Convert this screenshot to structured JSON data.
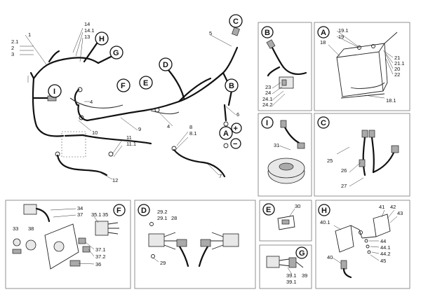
{
  "main_view": {
    "callouts": [
      "1",
      "2.1",
      "2",
      "3",
      "14",
      "14.1",
      "13",
      "5",
      "4",
      "4",
      "10",
      "9",
      "8",
      "8.1",
      "6",
      "11",
      "11.1",
      "12",
      "7"
    ],
    "tags": [
      "C",
      "H",
      "G",
      "D",
      "F",
      "E",
      "B",
      "I",
      "A"
    ],
    "polarity": {
      "plus": "+",
      "minus": "−"
    }
  },
  "panels": {
    "B": {
      "title": "B",
      "callouts": [
        "23",
        "24",
        "24.1",
        "24.2"
      ]
    },
    "A": {
      "title": "A",
      "callouts": [
        "19.1",
        "19",
        "18",
        "21",
        "21.1",
        "20",
        "22",
        "18.1"
      ]
    },
    "I": {
      "title": "I",
      "callouts": [
        "31"
      ]
    },
    "C": {
      "title": "C",
      "callouts": [
        "25",
        "26",
        "27"
      ]
    },
    "F": {
      "title": "F",
      "callouts": [
        "34",
        "37",
        "35.1",
        "35",
        "33",
        "38",
        "37.1",
        "37.2",
        "36"
      ]
    },
    "D": {
      "title": "D",
      "callouts": [
        "29.2",
        "29.1",
        "28",
        "29"
      ]
    },
    "E": {
      "title": "E",
      "callouts": [
        "30"
      ]
    },
    "G": {
      "title": "G",
      "callouts": [
        "39",
        "39.1",
        "39.1"
      ]
    },
    "H": {
      "title": "H",
      "callouts": [
        "41",
        "42",
        "43",
        "40.1",
        "44",
        "44.1",
        "44.2",
        "45",
        "40"
      ]
    }
  }
}
